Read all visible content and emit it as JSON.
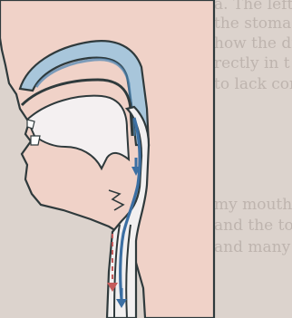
{
  "background_text_lines": [
    "a. The left n",
    "the stomach are the",
    "how the diagram",
    "rectly in t",
    "to lack con",
    "",
    "",
    "my mouth and",
    "and the tongue",
    "and many done"
  ],
  "colors": {
    "skin": "#f0d0c6",
    "skin_dark": "#e3b5a8",
    "outline": "#2f3a3c",
    "airway_fill": "#a9c7dc",
    "airway_dark": "#3b79a8",
    "passage_fill": "#f2f0f0",
    "arrow_blue": "#3b6fa3",
    "page": "#dcd3cd"
  },
  "icons": {
    "airflow_arrows": "arrow-down-icon",
    "swallow_arrows": "arrow-down-dashed-icon"
  }
}
